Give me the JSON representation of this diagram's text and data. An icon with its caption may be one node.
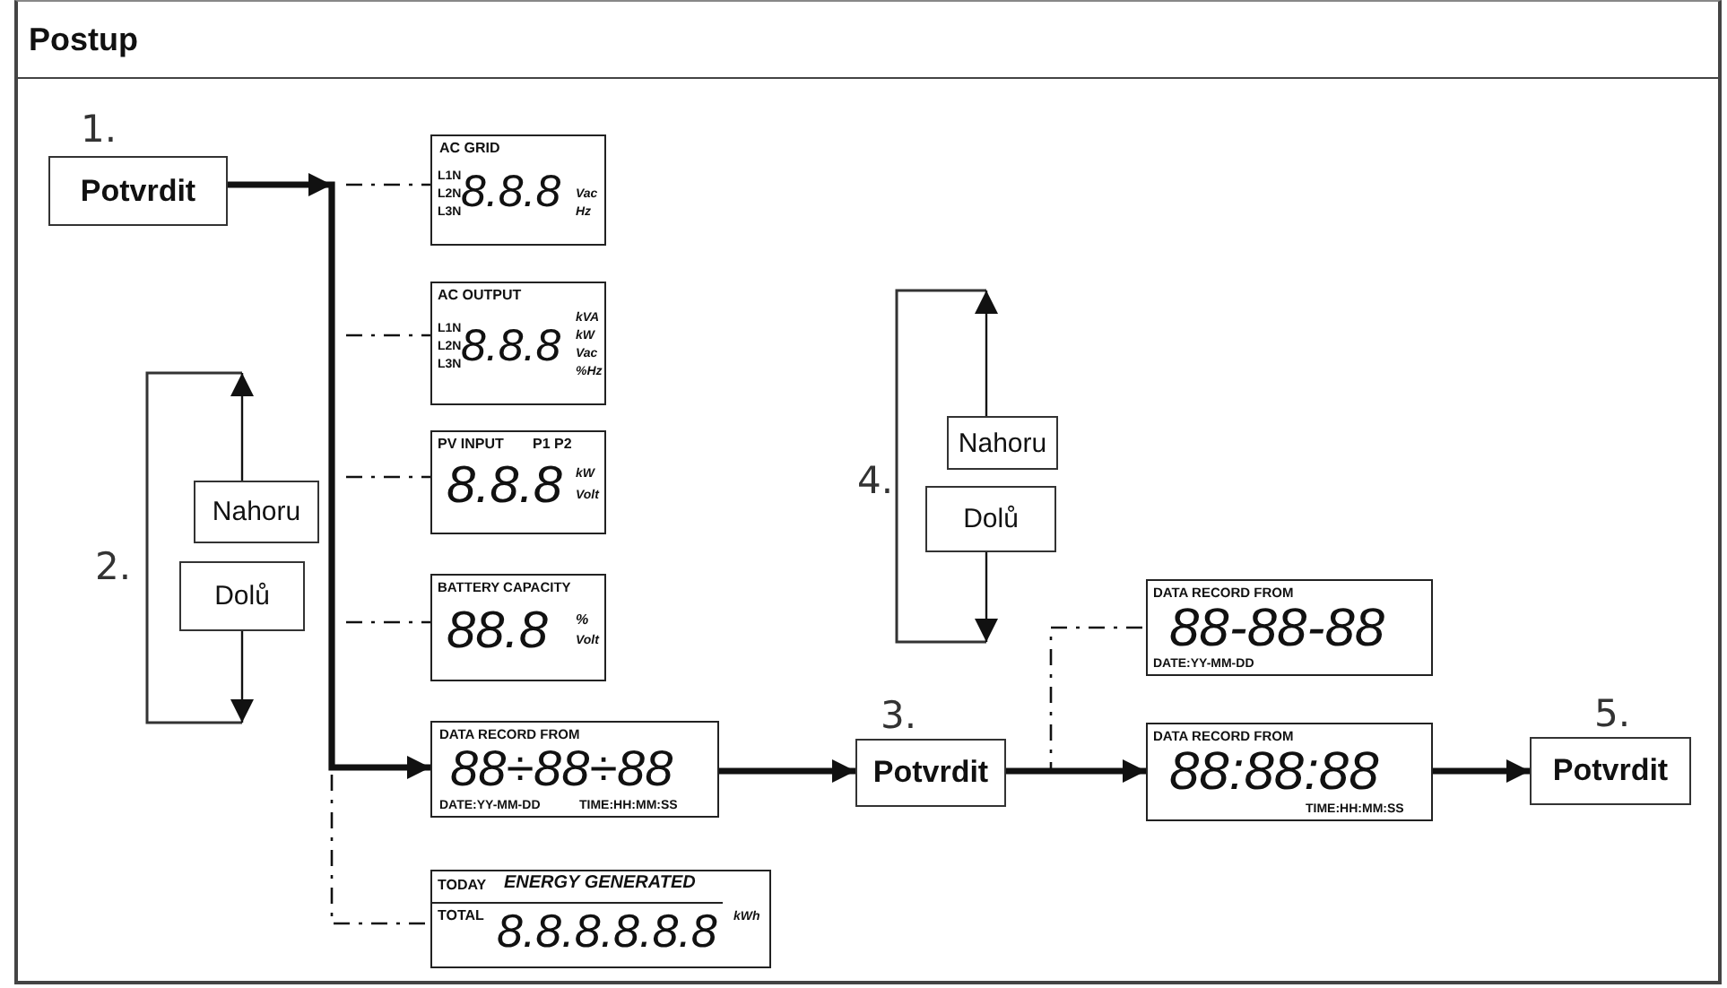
{
  "diagram": {
    "title": "Postup",
    "nodes": [
      {
        "text": [
          "Potvrdit"
        ],
        "beside": [
          "1."
        ]
      },
      {
        "text": [
          "Nahoru"
        ]
      },
      {
        "text": [
          "Dolů"
        ]
      },
      {
        "text": [
          "AC GRID",
          "L1N",
          "L2N",
          "L3N",
          "8.8.8",
          "Vac",
          "Hz"
        ]
      },
      {
        "text": [
          "AC OUTPUT",
          "L1N",
          "L2N",
          "L3N",
          "8.8.8",
          "kVA",
          "kW",
          "Vac",
          "%Hz"
        ]
      },
      {
        "text": [
          "PV INPUT",
          "P1 P2",
          "8.8.8",
          "kW",
          "Volt"
        ]
      },
      {
        "text": [
          "BATTERY CAPACITY",
          "88.8",
          "%",
          "Volt"
        ]
      },
      {
        "text": [
          "DATA RECORD FROM",
          "88÷88÷88",
          "DATE:YY-MM-DD",
          "TIME:HH:MM:SS"
        ]
      },
      {
        "text": [
          "TODAY",
          "ENERGY GENERATED",
          "TOTAL",
          "8.8.8.8.8.8",
          "kWh"
        ]
      },
      {
        "text": [
          "Potvrdit"
        ],
        "beside": [
          "3."
        ]
      },
      {
        "text": [
          "Nahoru"
        ]
      },
      {
        "text": [
          "Dolů"
        ]
      },
      {
        "text": [
          "DATA RECORD FROM",
          "88-88-88",
          "DATE:YY-MM-DD"
        ]
      },
      {
        "text": [
          "DATA RECORD FROM",
          "88:88:88",
          "TIME:HH:MM:SS"
        ]
      },
      {
        "text": [
          "Potvrdit"
        ],
        "beside": [
          "5."
        ]
      }
    ],
    "edges": [
      {
        "from": 0,
        "to": 7,
        "arrow": "to",
        "style": "thick"
      },
      {
        "from": null,
        "to": 3,
        "arrow": "none",
        "style": "dashed"
      },
      {
        "from": null,
        "to": 4,
        "arrow": "none",
        "style": "dashed"
      },
      {
        "from": null,
        "to": 5,
        "arrow": "none",
        "style": "dashed"
      },
      {
        "from": null,
        "to": 6,
        "arrow": "none",
        "style": "dashed"
      },
      {
        "from": null,
        "to": 8,
        "arrow": "none",
        "style": "dashed"
      },
      {
        "from": 7,
        "to": 9,
        "arrow": "to",
        "style": "thick"
      },
      {
        "from": 9,
        "to": 13,
        "arrow": "to",
        "style": "thick"
      },
      {
        "from": 9,
        "to": 12,
        "arrow": "none",
        "style": "dashed"
      },
      {
        "from": 13,
        "to": 14,
        "arrow": "to",
        "style": "thick"
      },
      {
        "from": 1,
        "to": null,
        "arrow": "to"
      },
      {
        "from": 2,
        "to": null,
        "arrow": "to"
      },
      {
        "from": 10,
        "to": null,
        "arrow": "to"
      },
      {
        "from": 11,
        "to": null,
        "arrow": "to"
      }
    ],
    "labels": [
      "2.",
      "4."
    ]
  }
}
